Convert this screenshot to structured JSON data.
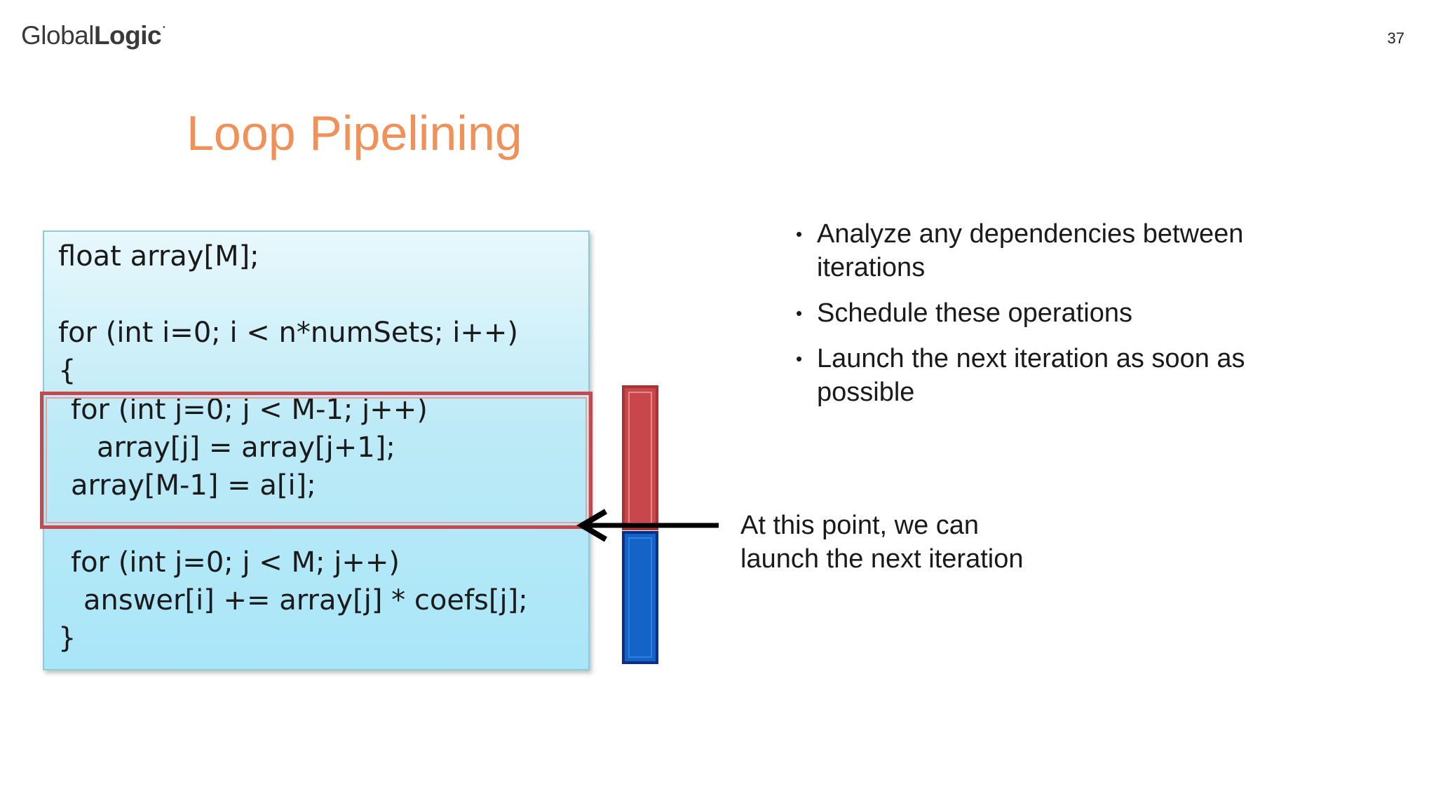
{
  "header": {
    "logo_light": "Global",
    "logo_bold": "Logic",
    "page_number": "37"
  },
  "slide": {
    "title": "Loop Pipelining"
  },
  "code": {
    "lines": [
      "float array[M];",
      "for (int i=0; i < n*numSets; i++)",
      "{",
      "for (int j=0; j < M-1; j++)",
      "array[j] = array[j+1];",
      "array[M-1] = a[i];",
      "for (int j=0; j < M; j++)",
      "answer[i] += array[j] * coefs[j];",
      "}"
    ]
  },
  "bullets": [
    "Analyze any dependencies between iterations",
    "Schedule these operations",
    "Launch the next iteration as soon as possible"
  ],
  "note": {
    "line1": "At this point, we can",
    "line2": "launch the next iteration"
  },
  "colors": {
    "title": "#f0915a",
    "highlight_border": "#c8474a",
    "bar_red": "#c8474a",
    "bar_blue": "#1563c6",
    "code_bg": "#bdeaf7"
  }
}
